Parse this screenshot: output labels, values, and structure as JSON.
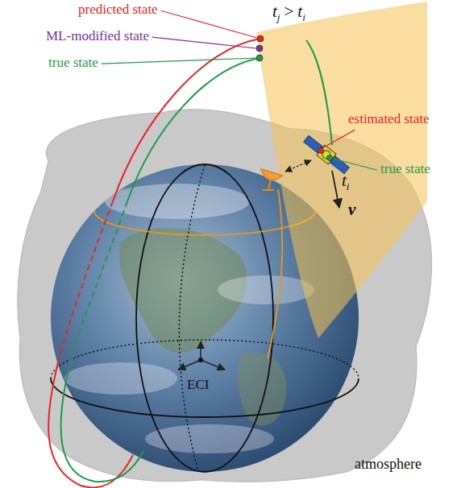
{
  "diagram": {
    "labels": [
      "predicted state",
      "ML-modified state",
      "true state",
      "t",
      "j",
      ">",
      "t",
      "i",
      "estimated state",
      "t",
      "i",
      "true state",
      "v",
      "ECI",
      "atmosphere"
    ]
  }
}
